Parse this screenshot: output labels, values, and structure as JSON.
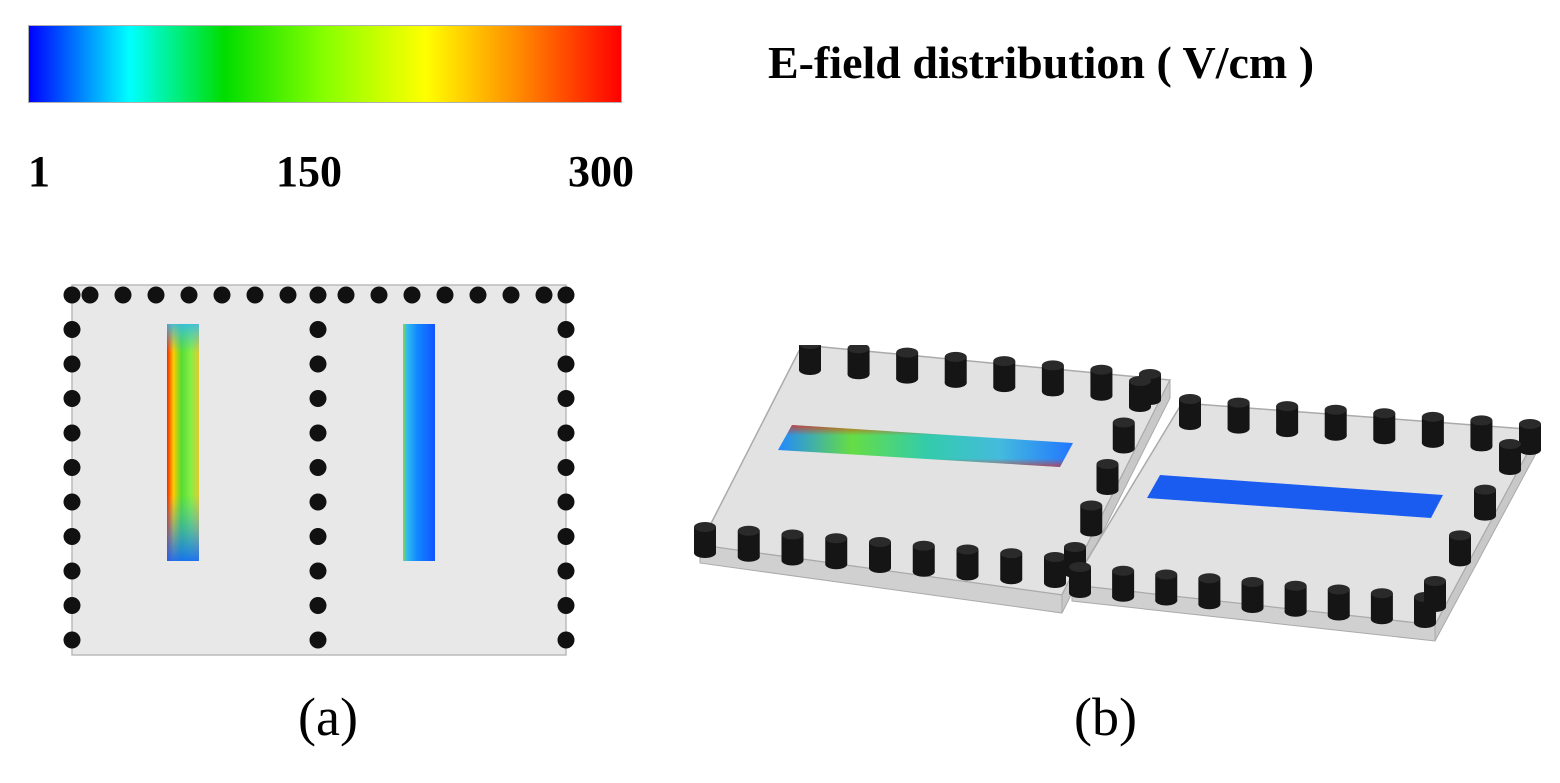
{
  "legend": {
    "title": "E-field distribution ( V/cm )",
    "ticks": [
      "1",
      "150",
      "300"
    ],
    "colormap": [
      "#0000ff",
      "#00ffff",
      "#00dd00",
      "#88ff00",
      "#ffff00",
      "#ff8800",
      "#ff0000"
    ]
  },
  "panels": {
    "a": {
      "label": "(a)"
    },
    "b": {
      "label": "(b)"
    }
  }
}
